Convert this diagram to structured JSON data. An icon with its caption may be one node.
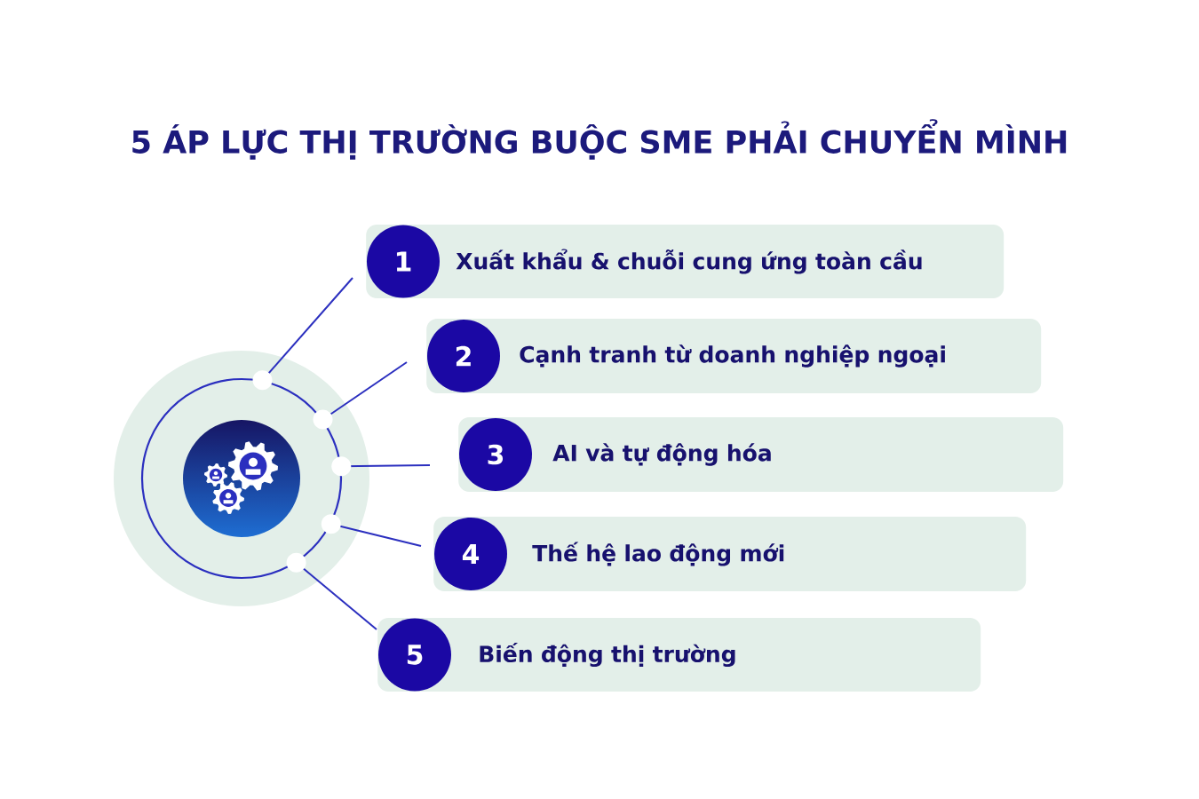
{
  "diagram": {
    "title": "5 ÁP LỰC THỊ TRƯỜNG BUỘC SME PHẢI CHUYỂN MÌNH",
    "nodes": [
      {
        "text": [],
        "shape": "circle"
      },
      {
        "text": [
          "Xuất khẩu & chuỗi cung ứng toàn cầu"
        ]
      },
      {
        "text": [
          "1"
        ],
        "in": 1
      },
      {
        "text": [
          "Cạnh tranh từ doanh nghiệp ngoại"
        ]
      },
      {
        "text": [
          "2"
        ],
        "in": 3
      },
      {
        "text": [
          "AI và tự động hóa"
        ]
      },
      {
        "text": [
          "3"
        ],
        "in": 5
      },
      {
        "text": [
          "Thế hệ lao động mới"
        ]
      },
      {
        "text": [
          "4"
        ],
        "in": 7
      },
      {
        "text": [
          "Biến động thị trường"
        ]
      },
      {
        "text": [
          "5"
        ],
        "in": 9
      }
    ],
    "edges": [
      {
        "from": 0,
        "to": 2,
        "arrow": "none"
      },
      {
        "from": 0,
        "to": 4,
        "arrow": "none"
      },
      {
        "from": 0,
        "to": 6,
        "arrow": "none"
      },
      {
        "from": 0,
        "to": 8,
        "arrow": "none"
      },
      {
        "from": 0,
        "to": 10,
        "arrow": "none"
      }
    ]
  }
}
